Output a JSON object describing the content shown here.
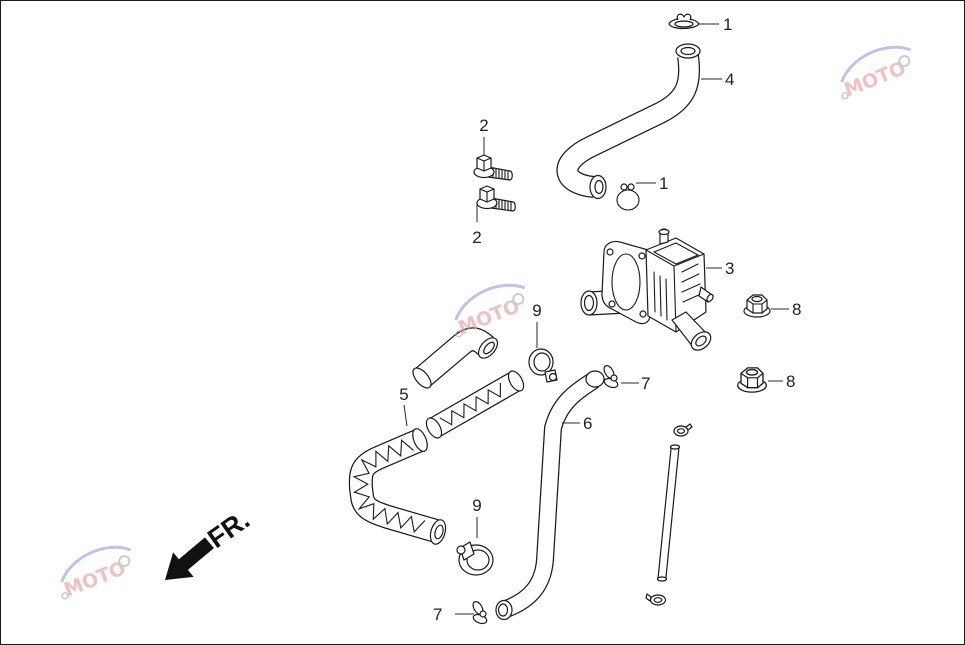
{
  "diagram": {
    "callouts": [
      "1",
      "4",
      "2",
      "1",
      "2",
      "3",
      "9",
      "8",
      "7",
      "8",
      "5",
      "6",
      "9",
      "7"
    ],
    "direction_label": "FR.",
    "watermark_text": "MOTO"
  },
  "colors": {
    "line": "#1a1a1a",
    "background": "#ffffff",
    "arrow": "#111111",
    "watermark_blue": "#8f9ed6",
    "watermark_red": "#e39a9a",
    "watermark_grey": "#a9a9a9"
  }
}
